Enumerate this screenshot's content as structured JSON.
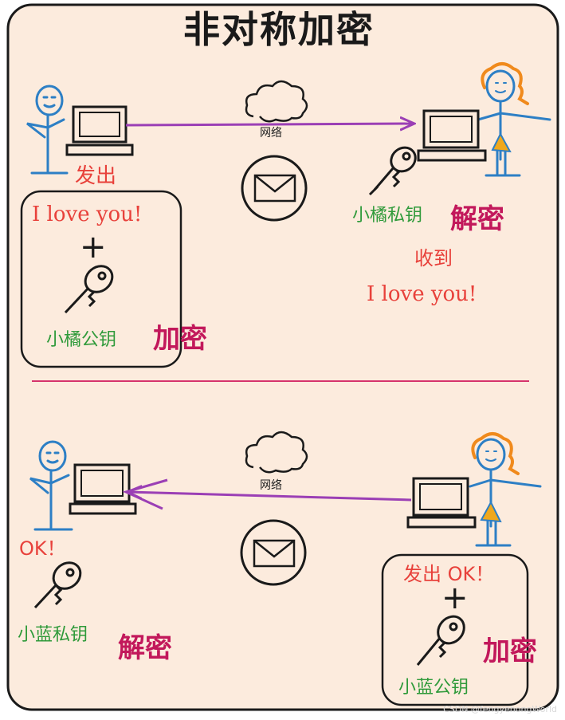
{
  "title": "非对称加密",
  "top": {
    "network": "网络",
    "sender_action": "发出",
    "message": "I love you!",
    "plus": "+",
    "sender_key": "小橘公钥",
    "sender_op": "加密",
    "receiver_key": "小橘私钥",
    "receiver_op": "解密",
    "received": "收到",
    "received_message": "I love you!"
  },
  "bottom": {
    "network": "网络",
    "received": "OK！",
    "receiver_key": "小蓝私钥",
    "receiver_op": "解密",
    "sender_action": "发出 OK！",
    "plus": "+",
    "sender_key": "小蓝公钥",
    "sender_op": "加密"
  },
  "watermark": "CSDN @fengyehongWorld",
  "colors": {
    "background": "#fcebdd",
    "arrow": "#9b3fb5",
    "text_red": "#e8413b",
    "text_green": "#2f9a3a",
    "text_magenta": "#c2185b",
    "boy": "#2d7fc5",
    "girl_hair": "#f08a1c",
    "divider": "#d6336c"
  }
}
